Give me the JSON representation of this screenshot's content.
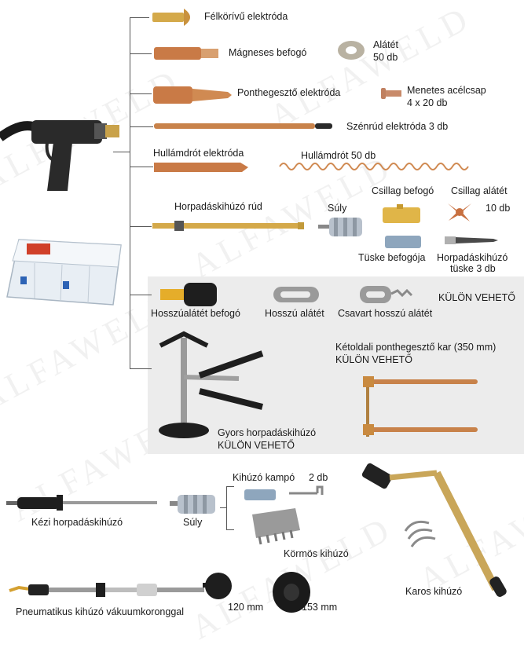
{
  "watermark": "ALFAWELD",
  "labels": {
    "felkorivu": "Félkörívű elektróda",
    "magneses": "Mágneses befogó",
    "alatet": "Alátét",
    "alatet_qty": "50 db",
    "ponthegeszto": "Ponthegesztő elektróda",
    "menetes": "Menetes acélcsap",
    "menetes_qty": "4 x 20 db",
    "szenrud": "Szénrúd elektróda   3 db",
    "hullamdrot_el": "Hullámdrót elektróda",
    "hullamdrot": "Hullámdrót   50 db",
    "horpadas_rud": "Horpadáskihúzó rúd",
    "suly1": "Súly",
    "csillag_befogo": "Csillag befogó",
    "csillag_alatet": "Csillag alátét",
    "csillag_qty": "10 db",
    "tuske_befogo": "Tüske befogója",
    "horpadas_tuske": "Horpadáskihúzó",
    "horpadas_tuske_qty": "tüske  3 db",
    "hosszualatet_befogo": "Hosszúalátét befogó",
    "hosszu_alatet": "Hosszú alátét",
    "csavart": "Csavart hosszú alátét",
    "kulon1": "KÜLÖN VEHETŐ",
    "ketoldali": "Kétoldali ponthegesztő kar (350 mm)",
    "kulon2": "KÜLÖN VEHETŐ",
    "gyors": "Gyors horpadáskihúzó",
    "kulon3": "KÜLÖN VEHETŐ",
    "kihuzo_kampo": "Kihúzó kampó",
    "kampo_qty": "2 db",
    "kezi": "Kézi horpadáskihúzó",
    "suly2": "Súly",
    "kormos": "Körmös kihúzó",
    "karos": "Karos kihúzó",
    "pneumatikus": "Pneumatikus kihúzó vákuumkoronggal",
    "d120": "120 mm",
    "d153": "153 mm"
  },
  "colors": {
    "copper": "#c8824a",
    "brass": "#d4a94a",
    "gunmetal": "#2a2a2a",
    "panel": "#ececec"
  }
}
